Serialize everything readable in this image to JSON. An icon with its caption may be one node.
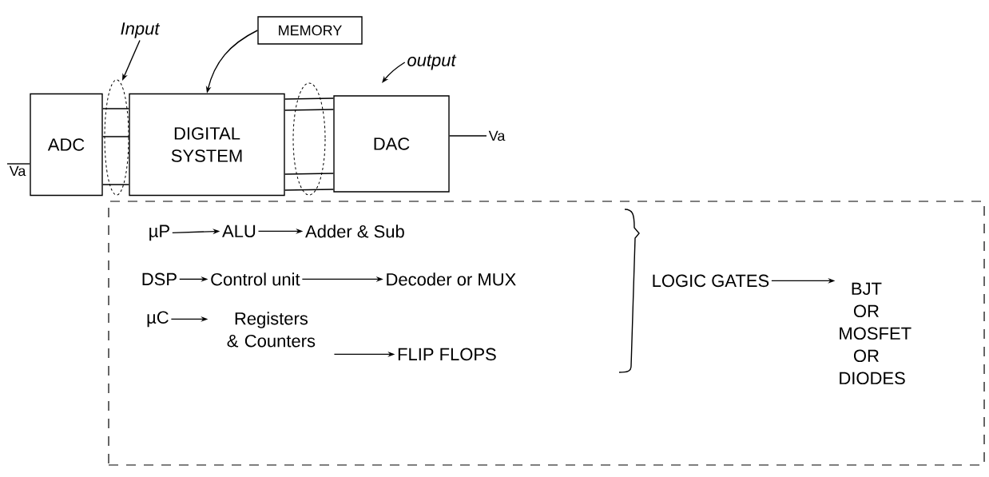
{
  "diagram": {
    "nodes": [
      {
        "text": [
          "ADC"
        ]
      },
      {
        "text": [
          "DIGITAL SYSTEM"
        ]
      },
      {
        "text": [
          "DAC"
        ]
      },
      {
        "text": [
          "MEMORY"
        ]
      },
      {
        "text": [
          "Input"
        ]
      },
      {
        "text": [
          "output"
        ]
      },
      {
        "text": [
          "Va"
        ]
      },
      {
        "text": [
          "Va"
        ]
      },
      {
        "text": [],
        "shape": "box"
      },
      {
        "text": [
          "µP"
        ],
        "in": 8
      },
      {
        "text": [
          "ALU"
        ],
        "in": 8
      },
      {
        "text": [
          "Adder & Sub"
        ],
        "in": 8
      },
      {
        "text": [
          "DSP"
        ],
        "in": 8
      },
      {
        "text": [
          "Control unit"
        ],
        "in": 8
      },
      {
        "text": [
          "Decoder or MUX"
        ],
        "in": 8
      },
      {
        "text": [
          "µC"
        ],
        "in": 8
      },
      {
        "text": [
          "Registers & Counters"
        ],
        "in": 8
      },
      {
        "text": [
          "FLIP FLOPS"
        ],
        "in": 8
      },
      {
        "text": [
          "LOGIC GATES"
        ],
        "in": 8
      },
      {
        "text": [
          "BJT OR MOSFET OR DIODES"
        ],
        "in": 8
      }
    ],
    "edges": [
      {
        "from": 6,
        "to": 0,
        "arrow": "none"
      },
      {
        "from": 0,
        "to": 1,
        "arrow": "none"
      },
      {
        "from": 0,
        "to": 1,
        "arrow": "none"
      },
      {
        "from": 0,
        "to": 1,
        "arrow": "none"
      },
      {
        "from": 1,
        "to": 2,
        "arrow": "none"
      },
      {
        "from": 1,
        "to": 2,
        "arrow": "none"
      },
      {
        "from": 1,
        "to": 2,
        "arrow": "none"
      },
      {
        "from": 1,
        "to": 2,
        "arrow": "none"
      },
      {
        "from": 2,
        "to": 7,
        "arrow": "none"
      },
      {
        "from": 3,
        "to": 1,
        "arrow": "to"
      },
      {
        "from": 4,
        "to": null,
        "arrow": "to"
      },
      {
        "from": 5,
        "to": null,
        "arrow": "to"
      },
      {
        "from": 9,
        "to": 10,
        "arrow": "to"
      },
      {
        "from": 10,
        "to": 11,
        "arrow": "to"
      },
      {
        "from": 12,
        "to": 13,
        "arrow": "to"
      },
      {
        "from": 13,
        "to": 14,
        "arrow": "to"
      },
      {
        "from": 15,
        "to": 16,
        "arrow": "to"
      },
      {
        "from": 16,
        "to": 17,
        "arrow": "to"
      },
      {
        "from": 18,
        "to": 19,
        "arrow": "to"
      }
    ]
  }
}
